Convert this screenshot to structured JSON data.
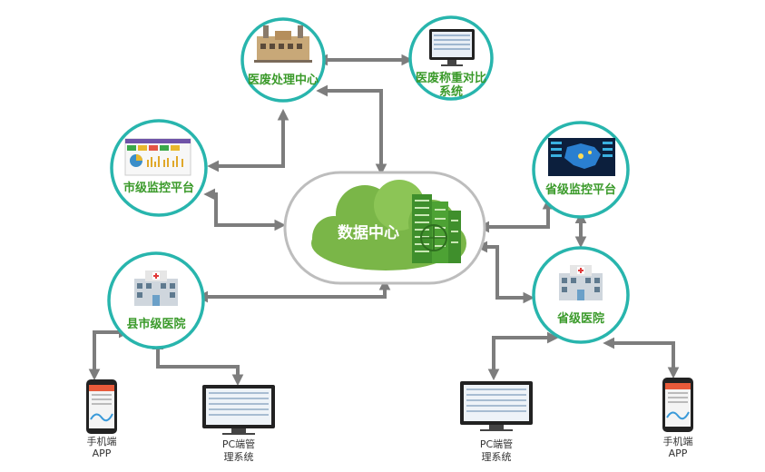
{
  "center": {
    "label": "数据中心"
  },
  "nodes": {
    "medical_waste_center": {
      "label": "医废处理中心",
      "icon": "factory-icon"
    },
    "weighing_system": {
      "label_line1": "医废称重对比",
      "label_line2": "系统",
      "icon": "monitor-icon"
    },
    "city_platform": {
      "label": "市级监控平台",
      "icon": "dashboard-icon"
    },
    "province_platform": {
      "label": "省级监控平台",
      "icon": "map-dashboard-icon"
    },
    "county_hospital": {
      "label": "县市级医院",
      "icon": "hospital-icon"
    },
    "province_hospital": {
      "label": "省级医院",
      "icon": "hospital-icon"
    }
  },
  "devices": {
    "left_phone": {
      "line1": "手机端",
      "line2": "APP"
    },
    "left_pc": {
      "line1": "PC端管",
      "line2": "理系统"
    },
    "right_pc": {
      "line1": "PC端管",
      "line2": "理系统"
    },
    "right_phone": {
      "line1": "手机端",
      "line2": "APP"
    }
  },
  "colors": {
    "ring": "#28b5ad",
    "label": "#3a9a2a",
    "cloud": "#7ab648",
    "arrow": "#7d7d7d"
  }
}
